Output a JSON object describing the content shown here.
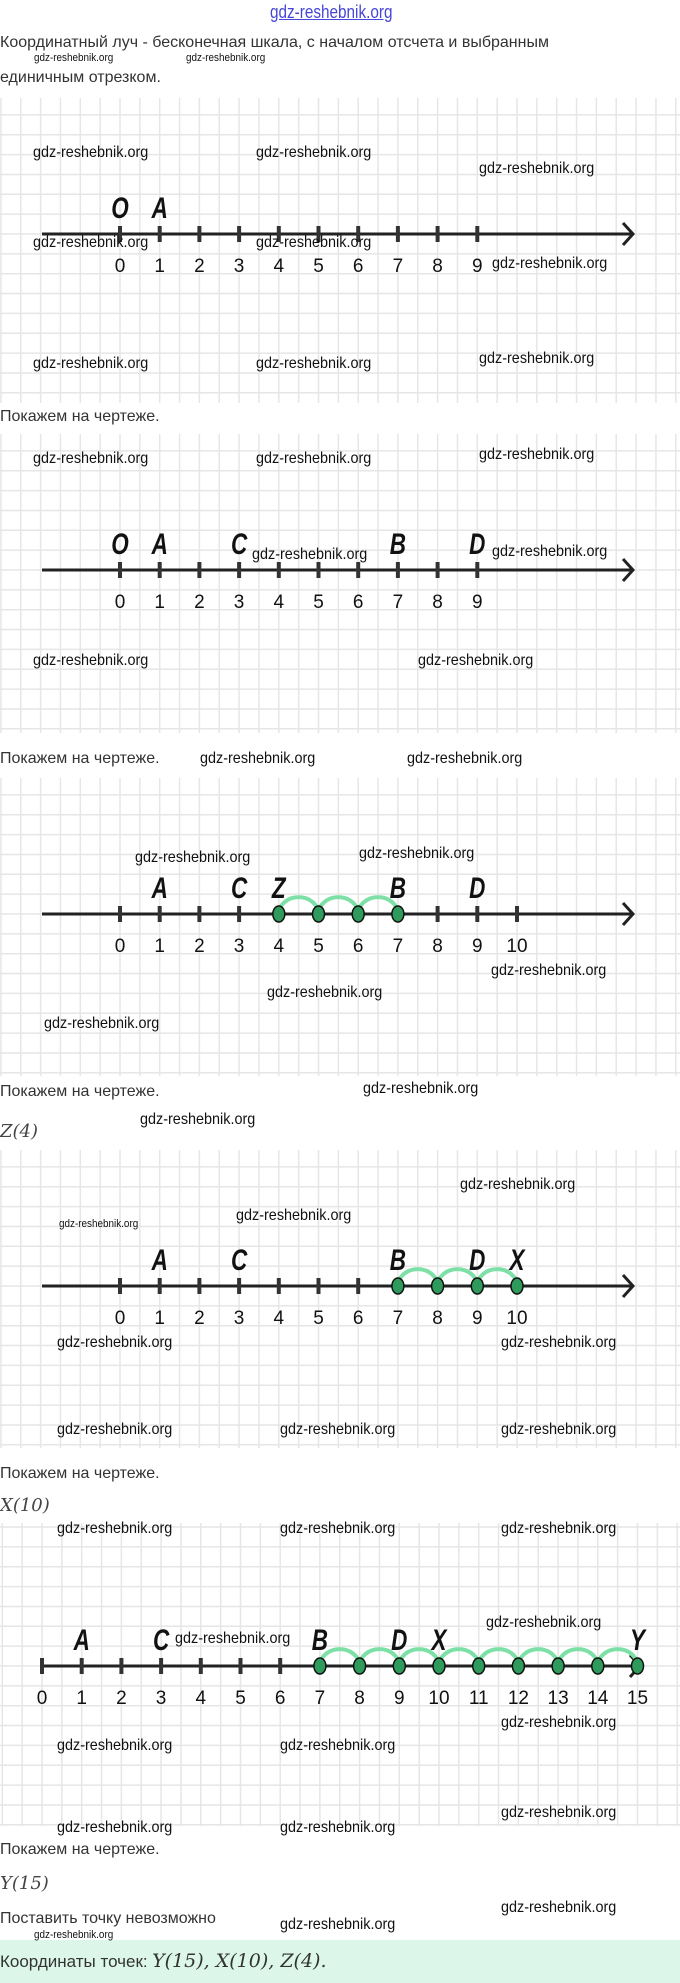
{
  "watermark": "gdz-reshebnik.org",
  "intro": {
    "line1": "Координатный луч - бесконечная шкала, с началом отсчета и выбранным",
    "line2": "единичным отрезком."
  },
  "show_text": "Покажем на чертеже.",
  "z_result": "Z(4)",
  "x_result": "X(10)",
  "y_result": "Y(15)",
  "impossible": "Поставить точку невозможно",
  "answer": {
    "label": "Координаты точек:",
    "value": "Y(15),  X(10),  Z(4)."
  },
  "colors": {
    "arc": "#7de0a6",
    "dot": "#2e9a5c",
    "grid": "#e6e6e6",
    "axis": "#222222"
  },
  "number_lines": [
    {
      "max_tick": 9,
      "labels": [
        {
          "text": "O",
          "at": 0
        },
        {
          "text": "A",
          "at": 1
        }
      ],
      "arc_from": null,
      "arc_to": null
    },
    {
      "max_tick": 9,
      "labels": [
        {
          "text": "O",
          "at": 0
        },
        {
          "text": "A",
          "at": 1
        },
        {
          "text": "C",
          "at": 3
        },
        {
          "text": "B",
          "at": 7
        },
        {
          "text": "D",
          "at": 9
        }
      ],
      "arc_from": null,
      "arc_to": null
    },
    {
      "max_tick": 10,
      "labels": [
        {
          "text": "A",
          "at": 1
        },
        {
          "text": "C",
          "at": 3
        },
        {
          "text": "Z",
          "at": 4
        },
        {
          "text": "B",
          "at": 7
        },
        {
          "text": "D",
          "at": 9
        }
      ],
      "arc_from": 4,
      "arc_to": 7
    },
    {
      "max_tick": 10,
      "labels": [
        {
          "text": "A",
          "at": 1
        },
        {
          "text": "C",
          "at": 3
        },
        {
          "text": "B",
          "at": 7
        },
        {
          "text": "D",
          "at": 9
        },
        {
          "text": "X",
          "at": 10
        }
      ],
      "arc_from": 7,
      "arc_to": 10
    },
    {
      "max_tick": 15,
      "labels": [
        {
          "text": "A",
          "at": 1
        },
        {
          "text": "C",
          "at": 3
        },
        {
          "text": "B",
          "at": 7
        },
        {
          "text": "D",
          "at": 9
        },
        {
          "text": "X",
          "at": 10
        },
        {
          "text": "Y",
          "at": 15
        }
      ],
      "arc_from": 7,
      "arc_to": 15
    }
  ]
}
